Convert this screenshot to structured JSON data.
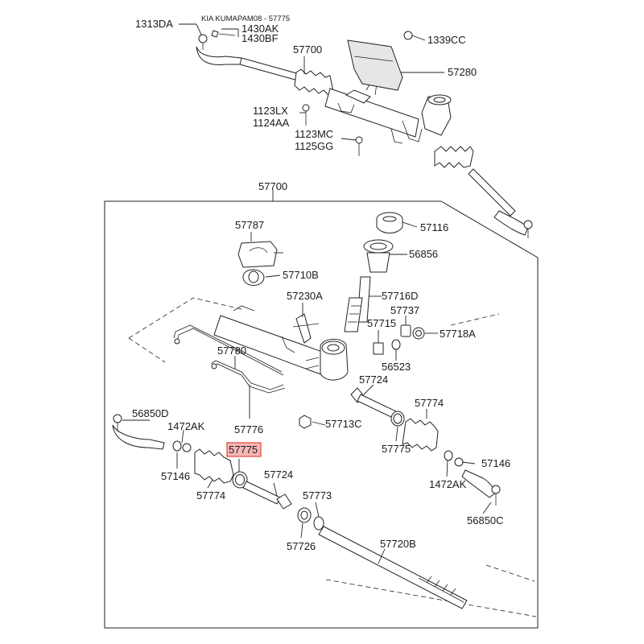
{
  "header": {
    "text": "KIA KUMAPAM08 - 57775"
  },
  "highlight": {
    "label": "57775",
    "fill": "#f8b7b7",
    "stroke": "#e0443a"
  },
  "labels": {
    "l1313DA": "1313DA",
    "l1430AK": "1430AK",
    "l1430BF": "1430BF",
    "l1339CC": "1339CC",
    "l57700_top": "57700",
    "l57280": "57280",
    "l1123LX": "1123LX",
    "l1124AA": "1124AA",
    "l1123MC": "1123MC",
    "l1125GG": "1125GG",
    "l57700_box": "57700",
    "l57787": "57787",
    "l57116": "57116",
    "l56856": "56856",
    "l57710B": "57710B",
    "l57230A": "57230A",
    "l57716D": "57716D",
    "l57737": "57737",
    "l57715": "57715",
    "l57718A": "57718A",
    "l57780": "57780",
    "l56523": "56523",
    "l57724_r": "57724",
    "l57774_r": "57774",
    "l56850D": "56850D",
    "l1472AK_l": "1472AK",
    "l57776": "57776",
    "l57713C": "57713C",
    "l57775_r": "57775",
    "l57146_l": "57146",
    "l57146_r": "57146",
    "l57774_l": "57774",
    "l57724_l": "57724",
    "l1472AK_r": "1472AK",
    "l57773": "57773",
    "l56850C": "56850C",
    "l57720B": "57720B",
    "l57726": "57726"
  }
}
